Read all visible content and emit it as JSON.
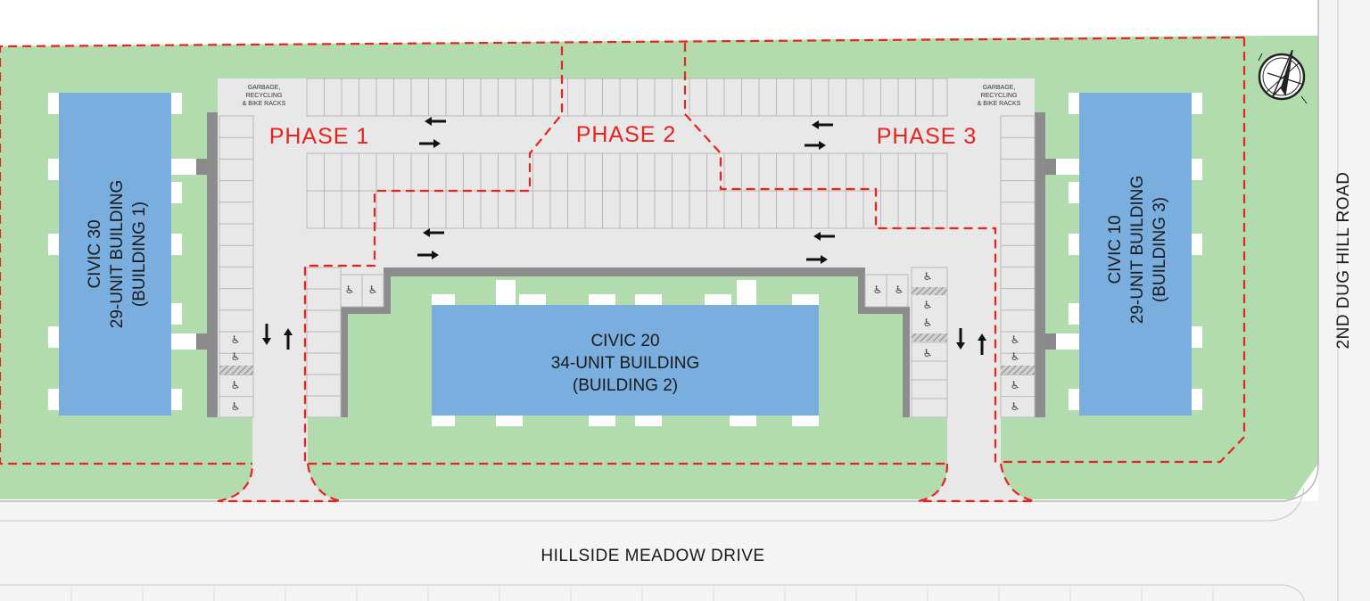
{
  "roads": {
    "horizontal": "HILLSIDE MEADOW DRIVE",
    "vertical": "2ND DUG HILL ROAD"
  },
  "phases": [
    "PHASE 1",
    "PHASE 2",
    "PHASE 3"
  ],
  "buildings": {
    "b1": {
      "line1": "CIVIC 30",
      "line2": "29-UNIT BUILDING",
      "line3": "(BUILDING 1)"
    },
    "b2": {
      "line1": "CIVIC 20",
      "line2": "34-UNIT BUILDING",
      "line3": "(BUILDING 2)"
    },
    "b3": {
      "line1": "CIVIC  10",
      "line2": "29-UNIT BUILDING",
      "line3": "(BUILDING 3)"
    }
  },
  "amenities": {
    "left": [
      "GARBAGE,",
      "RECYCLING",
      "& BIKE RACKS"
    ],
    "right": [
      "GARBAGE,",
      "RECYCLING",
      "& BIKE RACKS"
    ]
  },
  "icons": {
    "north": "north-arrow-icon",
    "accessible": "wheelchair-icon",
    "traffic": "arrow-icon"
  },
  "colors": {
    "lawn": "#b3dcae",
    "building": "#7aaede",
    "pavement": "#e8e8e8",
    "curb": "#8a8a8a",
    "phase_line": "#e8221c",
    "road": "#f2f2f2"
  }
}
